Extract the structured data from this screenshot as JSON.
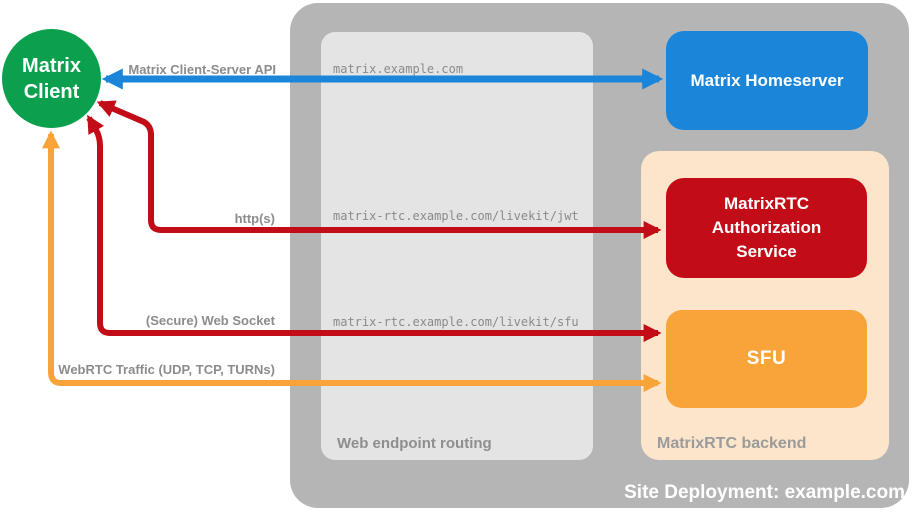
{
  "colors": {
    "green": "#0aa04e",
    "blue": "#1b85d9",
    "red": "#c20d18",
    "orange": "#f9a33b",
    "peach": "#fce5ca",
    "container_gray": "#b5b5b5",
    "panel_gray": "#e4e4e4",
    "label_gray": "#8c8c8c"
  },
  "client": {
    "label": "Matrix Client"
  },
  "site": {
    "label": "Site Deployment: example.com"
  },
  "routing": {
    "label": "Web endpoint routing"
  },
  "backend": {
    "label": "MatrixRTC backend"
  },
  "nodes": {
    "homeserver": {
      "label": "Matrix Homeserver"
    },
    "auth_service": {
      "label": "MatrixRTC Authorization Service"
    },
    "sfu": {
      "label": "SFU"
    }
  },
  "connections": [
    {
      "name": "matrix-client-server-api",
      "label": "Matrix Client-Server API",
      "endpoint": "matrix.example.com",
      "color": "#1b85d9",
      "direction": "bidirectional"
    },
    {
      "name": "https",
      "label": "http(s)",
      "endpoint": "matrix-rtc.example.com/livekit/jwt",
      "color": "#c20d18",
      "direction": "bidirectional"
    },
    {
      "name": "secure-web-socket",
      "label": "(Secure) Web Socket",
      "endpoint": "matrix-rtc.example.com/livekit/sfu",
      "color": "#c20d18",
      "direction": "bidirectional"
    },
    {
      "name": "webrtc-traffic",
      "label": "WebRTC Traffic (UDP, TCP, TURNs)",
      "endpoint": "",
      "color": "#f9a33b",
      "direction": "bidirectional"
    }
  ]
}
